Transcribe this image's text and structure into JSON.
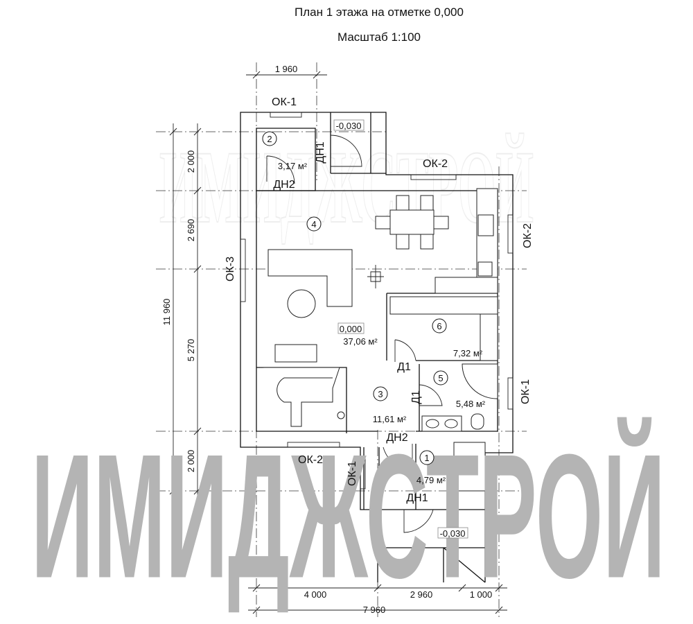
{
  "title": {
    "line1": "План 1 этажа на отметке 0,000",
    "line2": "Масштаб 1:100"
  },
  "watermark": "ИМИДЖСТРОЙ",
  "dimensions": {
    "top": "1 960",
    "left": [
      "2 000",
      "2 690",
      "5 270",
      "2 000"
    ],
    "left_total": "11 960",
    "bottom": [
      "4 000",
      "2 960",
      "1 000"
    ],
    "bottom_total": "7 960"
  },
  "elevations": {
    "main": "0,000",
    "vestibule_top": "-0,030",
    "porch_bottom": "-0,030"
  },
  "rooms": [
    {
      "number": "1",
      "area": "4,79 м²"
    },
    {
      "number": "2",
      "area": "3,17 м²"
    },
    {
      "number": "3",
      "area": "11,61 м²"
    },
    {
      "number": "4",
      "area": "37,06 м²"
    },
    {
      "number": "5",
      "area": "5,48 м²"
    },
    {
      "number": "6",
      "area": "7,32 м²"
    }
  ],
  "windows": {
    "top_left": "ОК-1",
    "top_right": "ОК-2",
    "right_upper": "ОК-2",
    "left": "ОК-3",
    "right_lower": "ОК-1",
    "bottom_left": "ОК-2",
    "entrance": "ОК-1"
  },
  "doors": {
    "vestibule_outer": "ДН1",
    "vestibule_inner": "ДН2",
    "storage": "Д1",
    "bathroom": "Д1",
    "hall_inner": "ДН2",
    "entrance_outer": "ДН1"
  }
}
